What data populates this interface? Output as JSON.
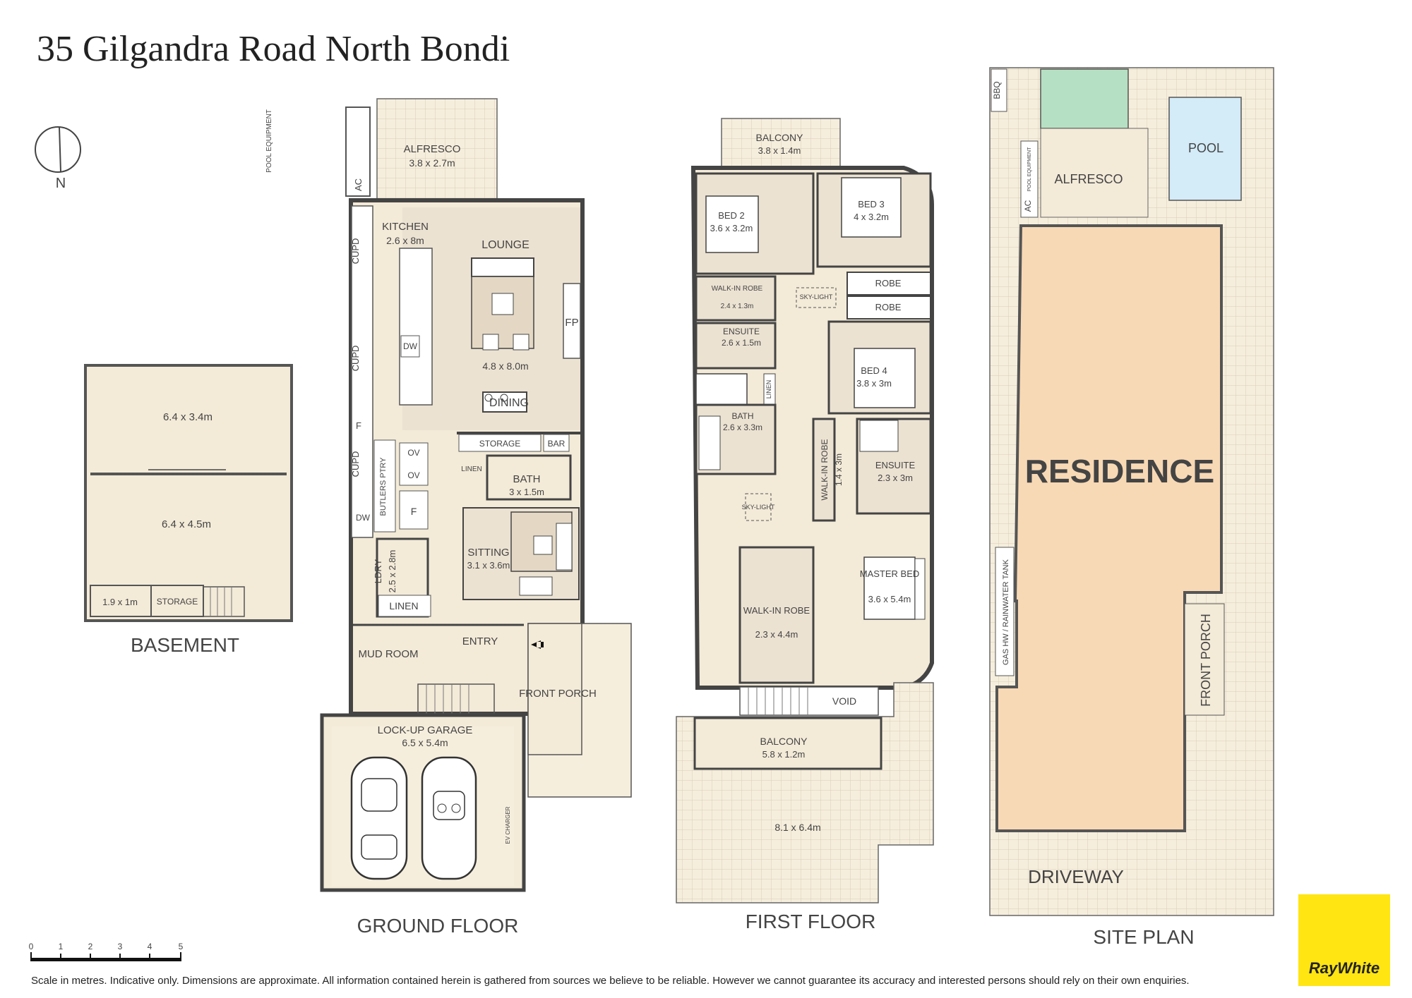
{
  "title": "35 Gilgandra Road North Bondi",
  "compass": {
    "north_label": "N"
  },
  "plans": {
    "basement": "BASEMENT",
    "ground": "GROUND FLOOR",
    "first": "FIRST FLOOR",
    "site": "SITE PLAN"
  },
  "basement_rooms": {
    "room_top": "6.4 x 3.4m",
    "room_bottom": "6.4 x 4.5m",
    "small_room": "1.9 x 1m",
    "storage": "STORAGE"
  },
  "ground_rooms": {
    "alfresco": "ALFRESCO",
    "alfresco_dim": "3.8 x 2.7m",
    "pool_equipment": "POOL EQUIPMENT",
    "ac": "AC",
    "kitchen": "KITCHEN",
    "kitchen_dim": "2.6 x 8m",
    "lounge": "LOUNGE",
    "lounge_dim": "4.8 x 8.0m",
    "fp": "FP",
    "dw": "DW",
    "dining": "DINING",
    "cupd": "CUPD",
    "f": "F",
    "storage": "STORAGE",
    "bar": "BAR",
    "linen": "LINEN",
    "bath": "BATH",
    "bath_dim": "3 x 1.5m",
    "ov": "OV",
    "butlers_ptry": "BUTLERS PTRY",
    "ldry": "LDRY",
    "ldry_dim": "2.5 x 2.8m",
    "sitting": "SITTING",
    "sitting_dim": "3.1 x 3.6m",
    "linen2": "LINEN",
    "entry": "ENTRY",
    "mud_room": "MUD ROOM",
    "front_porch": "FRONT PORCH",
    "garage": "LOCK-UP GARAGE",
    "garage_dim": "6.5 x 5.4m",
    "ev_charger": "EV CHARGER"
  },
  "first_rooms": {
    "balcony_top": "BALCONY",
    "balcony_top_dim": "3.8 x 1.4m",
    "bed2": "BED 2",
    "bed2_dim": "3.6 x 3.2m",
    "bed3": "BED 3",
    "bed3_dim": "4 x 3.2m",
    "wir": "WALK-IN ROBE",
    "wir_dim": "2.4 x 1.3m",
    "skylight": "SKY-LIGHT",
    "robe1": "ROBE",
    "robe2": "ROBE",
    "ensuite": "ENSUITE",
    "ensuite_dim": "2.6 x 1.5m",
    "bed4": "BED 4",
    "bed4_dim": "3.8 x 3m",
    "linen": "LINEN",
    "bath": "BATH",
    "bath_dim": "2.6 x 3.3m",
    "wir2": "WALK-IN ROBE",
    "wir2_dim": "1.4 x 3m",
    "ensuite2": "ENSUITE",
    "ensuite2_dim": "2.3 x 3m",
    "sky2": "SKY-LIGHT",
    "master": "MASTER BED",
    "master_dim": "3.6 x 5.4m",
    "wir3": "WALK-IN ROBE",
    "wir3_dim": "2.3 x 4.4m",
    "void": "VOID",
    "balcony_bottom": "BALCONY",
    "balcony_bottom_dim": "5.8 x 1.2m",
    "deck_dim": "8.1 x 6.4m"
  },
  "site": {
    "bbq": "BBQ",
    "pool": "POOL",
    "alfresco": "ALFRESCO",
    "pool_equipment": "POOL EQUIPMENT",
    "ac": "AC",
    "residence": "RESIDENCE",
    "gas_hw": "GAS HW / RAINWATER TANK",
    "front_porch": "FRONT PORCH",
    "driveway": "DRIVEWAY"
  },
  "scale_ticks": [
    "0",
    "1",
    "2",
    "3",
    "4",
    "5"
  ],
  "disclaimer": "Scale in metres. Indicative only. Dimensions are approximate. All information contained herein is gathered from sources we believe to be reliable. However we cannot guarantee its accuracy and interested persons should rely on their own enquiries.",
  "logo": "RayWhite",
  "colors": {
    "floor": "#f3ead8",
    "room": "#ece2d2",
    "wall": "#4a4a4a",
    "residence": "#f8d9b5",
    "pool": "#d4ebf8",
    "green": "#b6e0c3",
    "logo": "#ffe512"
  }
}
